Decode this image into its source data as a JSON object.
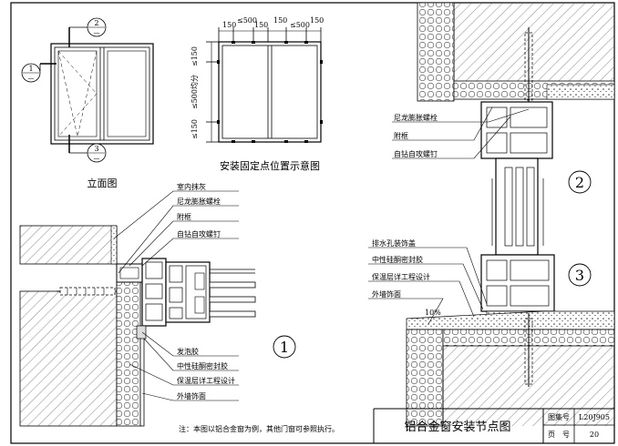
{
  "elevation": {
    "caption": "立面图",
    "marker_top": "2",
    "marker_left": "1",
    "marker_bottom": "3",
    "marker_sub": "—"
  },
  "fixing": {
    "caption": "安装固定点位置示意图",
    "top_dims": [
      "150",
      "≤500",
      "150",
      "150",
      "≤500",
      "150"
    ],
    "side_dims": [
      "≤150",
      "≤500均分",
      "≤150"
    ]
  },
  "detail1": {
    "number": "1",
    "labels_top": [
      "室内抹灰",
      "尼龙膨胀螺栓",
      "附框",
      "自钻自攻螺钉"
    ],
    "labels_bottom": [
      "发泡胶",
      "中性硅酮密封胶",
      "保温层详工程设计",
      "外墙饰面"
    ]
  },
  "detail23": {
    "number_2": "2",
    "number_3": "3",
    "labels_upper": [
      "尼龙膨胀螺栓",
      "附框",
      "自钻自攻螺钉"
    ],
    "labels_lower": [
      "排水孔装饰盖",
      "中性硅酮密封胶",
      "保温层详工程设计",
      "外墙饰面"
    ],
    "slope": "10%"
  },
  "note": "注：本图以铝合金窗为例，其他门窗可参照执行。",
  "titleblock": {
    "title": "铝合金窗安装节点图",
    "atlas_label": "图集号",
    "atlas_value": "L20J905",
    "page_label": "页　号",
    "page_value": "20"
  }
}
